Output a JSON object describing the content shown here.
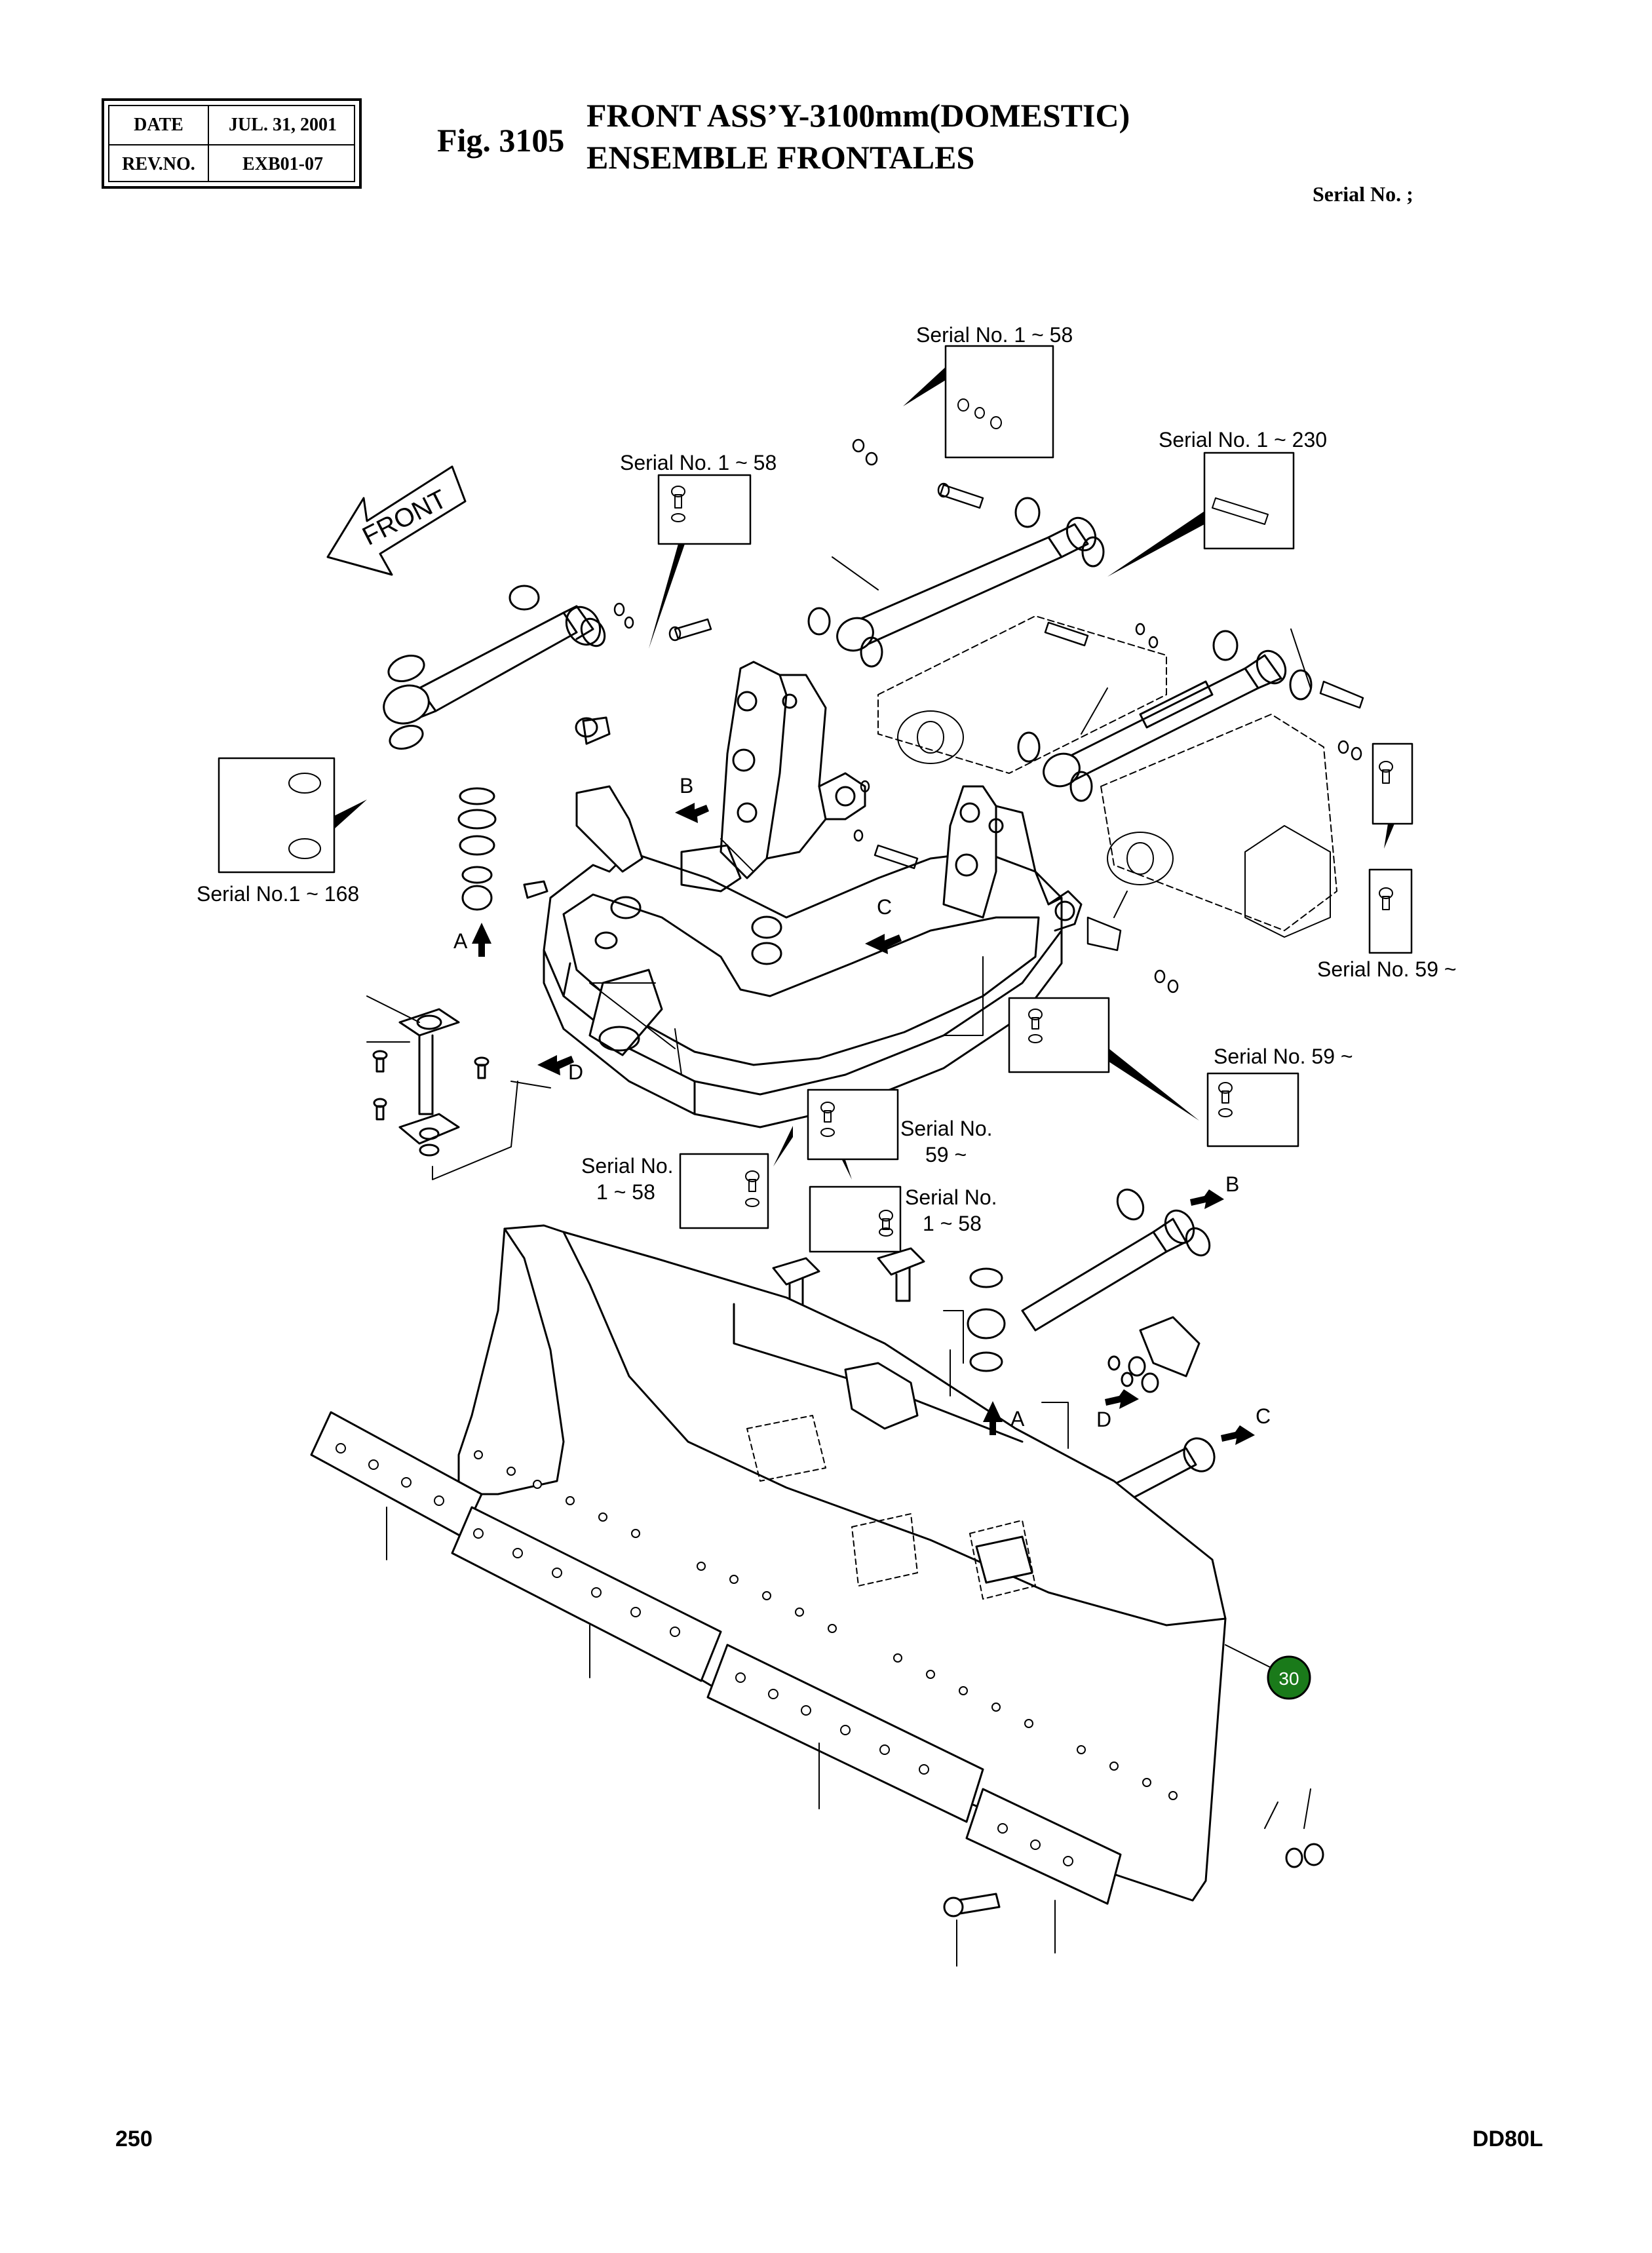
{
  "header": {
    "date_label": "DATE",
    "date_value": "JUL. 31, 2001",
    "rev_label": "REV.NO.",
    "rev_value": "EXB01-07"
  },
  "figure": {
    "number": "Fig. 3105",
    "title_en": "FRONT ASS’Y-3100mm(DOMESTIC)",
    "title_fr": "ENSEMBLE FRONTALES",
    "serial": "Serial No. ;"
  },
  "callouts": {
    "s1_58_top": "Serial No. 1 ~ 58",
    "s1_58_left": "Serial No. 1 ~ 58",
    "s1_230": "Serial No. 1 ~ 230",
    "s1_168": "Serial No.1 ~ 168",
    "s59_right": "Serial No. 59 ~",
    "s59_mid": "Serial No. 59 ~",
    "s59_center_a": "Serial No.",
    "s59_center_b": "59 ~",
    "s1_58_lower_a": "Serial No.",
    "s1_58_lower_b": "1 ~ 58",
    "s1_58_center_a": "Serial No.",
    "s1_58_center_b": "1 ~ 58"
  },
  "front_arrow": "FRONT",
  "arrow_letters": {
    "a1": "A",
    "b1": "B",
    "c1": "C",
    "d1": "D",
    "a2": "A",
    "b2": "B",
    "c2": "C",
    "d2": "D"
  },
  "badge": {
    "label": "30",
    "color": "#1a7a1a"
  },
  "footer": {
    "page": "250",
    "model": "DD80L"
  }
}
